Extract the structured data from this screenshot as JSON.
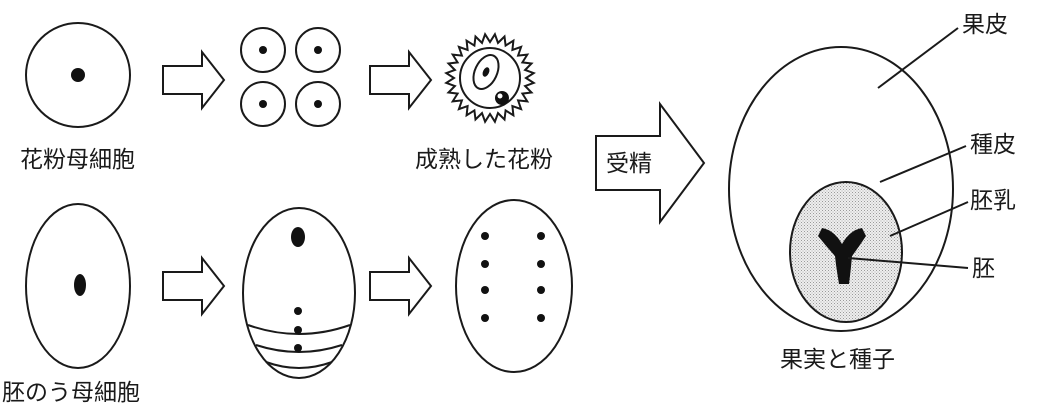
{
  "labels": {
    "pollen_mother_cell": "花粉母細胞",
    "mature_pollen": "成熟した花粉",
    "fertilization": "受精",
    "embryo_sac_mother_cell": "胚のう母細胞",
    "fruit_and_seed": "果実と種子",
    "pericarp": "果皮",
    "seed_coat": "種皮",
    "endosperm": "胚乳",
    "embryo": "胚"
  },
  "colors": {
    "line": "#1a1a1a",
    "endosperm_fill": "#e2e2e2"
  },
  "icons": {
    "process_arrow": "hollow-right-arrow",
    "fertilization_arrow": "large-hollow-right-arrow"
  }
}
